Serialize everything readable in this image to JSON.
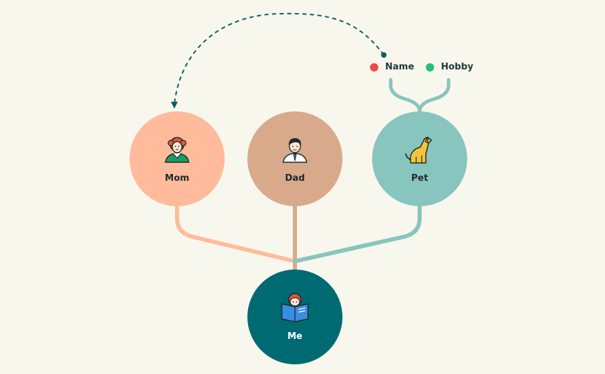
{
  "colors": {
    "background": "#f8f7ed",
    "mom": "#ffbb9b",
    "dad": "#d8aa8b",
    "pet": "#87c5be",
    "me": "#006a73",
    "arrow": "#0d5e68",
    "name_dot": "#f04848",
    "hobby_dot": "#22c07a"
  },
  "nodes": {
    "mom": {
      "label": "Mom",
      "icon": "woman-avatar-icon"
    },
    "dad": {
      "label": "Dad",
      "icon": "man-avatar-icon"
    },
    "pet": {
      "label": "Pet",
      "icon": "dog-icon"
    },
    "me": {
      "label": "Me",
      "icon": "child-reading-book-icon"
    }
  },
  "legend": {
    "name": "Name",
    "hobby": "Hobby"
  }
}
